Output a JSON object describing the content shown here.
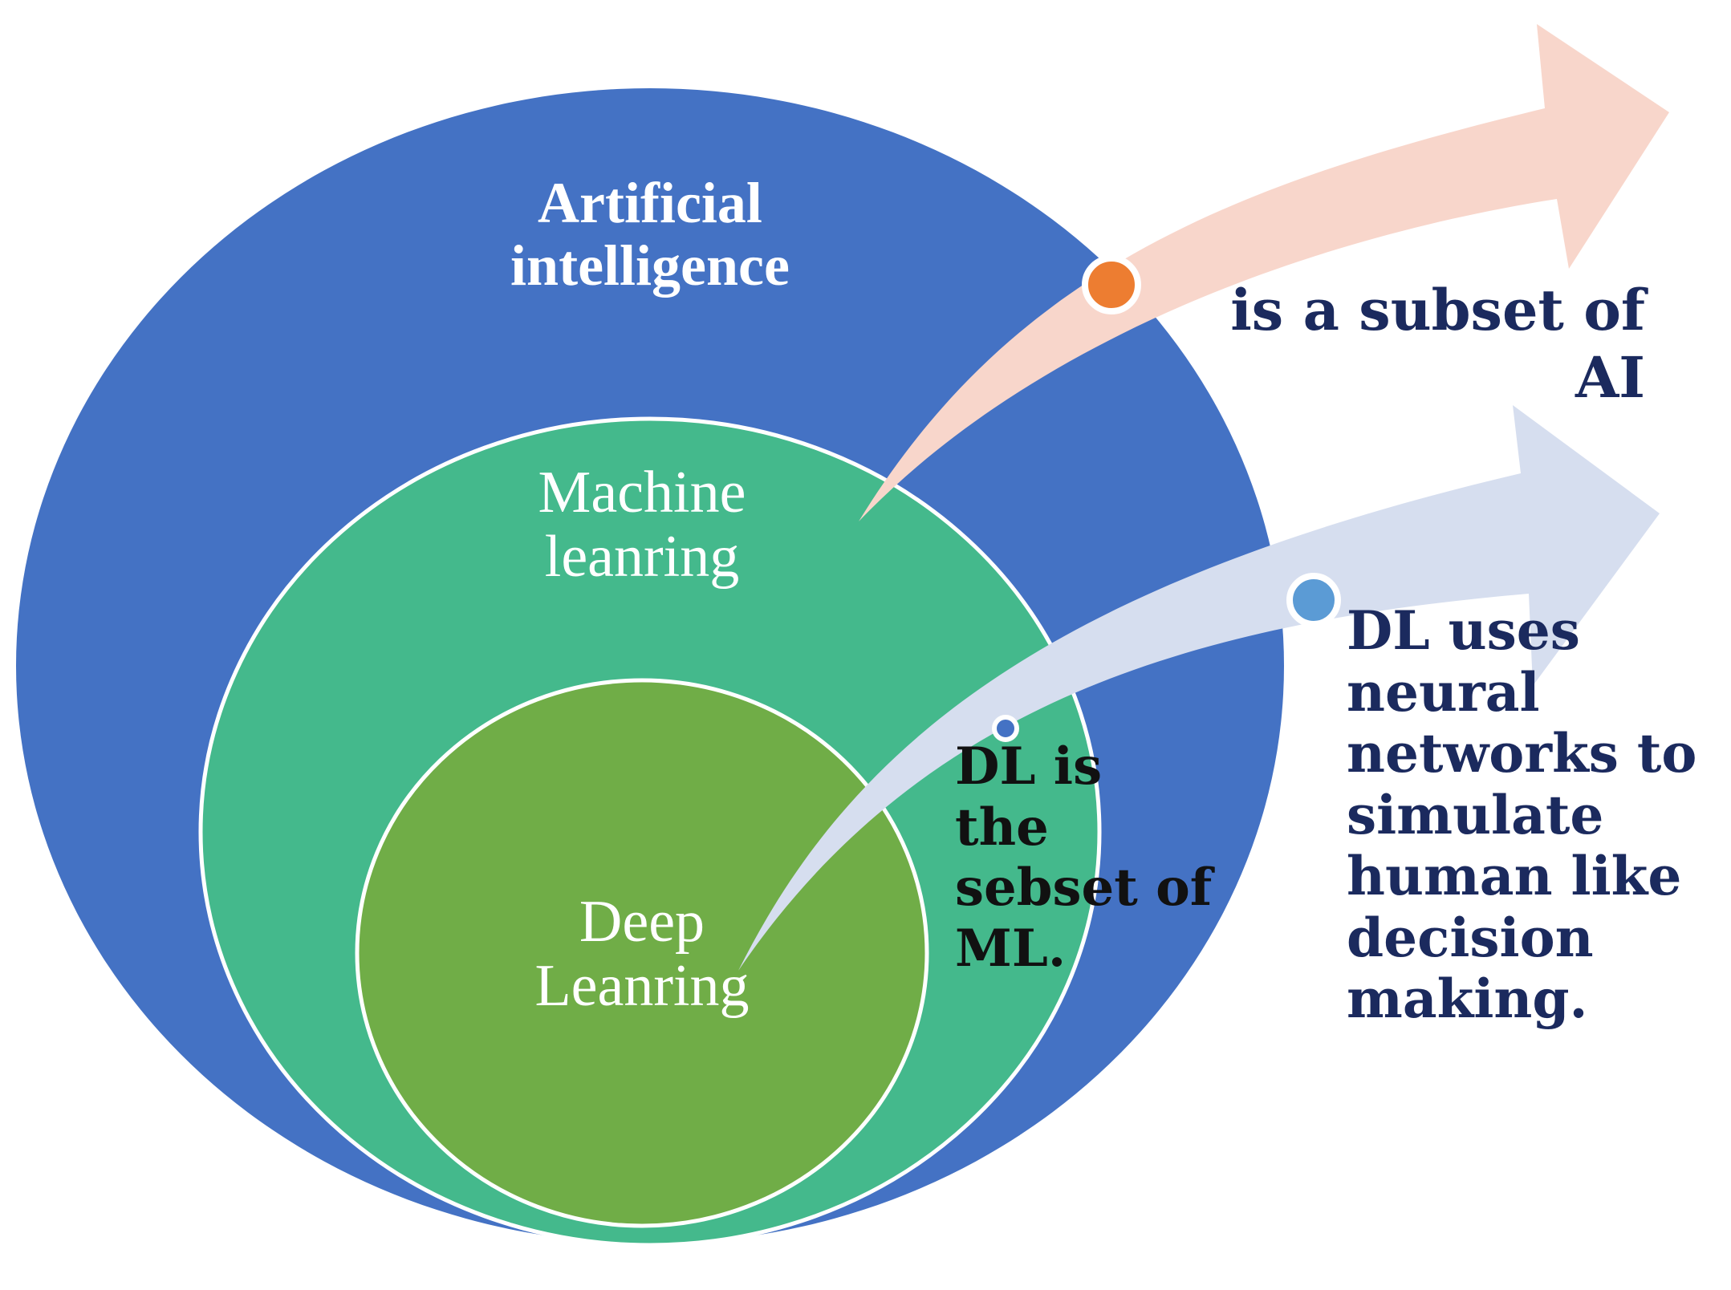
{
  "diagram": {
    "circles": {
      "ai": {
        "lines": [
          "Artificial",
          "intelligence"
        ],
        "color": "#4472c4"
      },
      "ml": {
        "lines": [
          "Machine",
          "leanring"
        ],
        "color": "#44b98c"
      },
      "dl": {
        "lines": [
          "Deep",
          "Leanring"
        ],
        "color": "#70ad47"
      }
    },
    "arrows": {
      "upper": {
        "color": "#f8d6cb",
        "marker_color": "#ed7d31"
      },
      "lower": {
        "color": "#d6deef",
        "marker_color": "#5b9bd5"
      }
    },
    "callouts": {
      "ai_subset": {
        "lines": [
          "is a subset of",
          "AI"
        ]
      },
      "ml_subset": {
        "lines": [
          "DL is",
          "the",
          "sebset of",
          "ML."
        ]
      },
      "dl_desc": {
        "lines": [
          "DL uses",
          "neural",
          "networks to",
          "simulate",
          "human like",
          "decision",
          "making."
        ]
      }
    }
  }
}
